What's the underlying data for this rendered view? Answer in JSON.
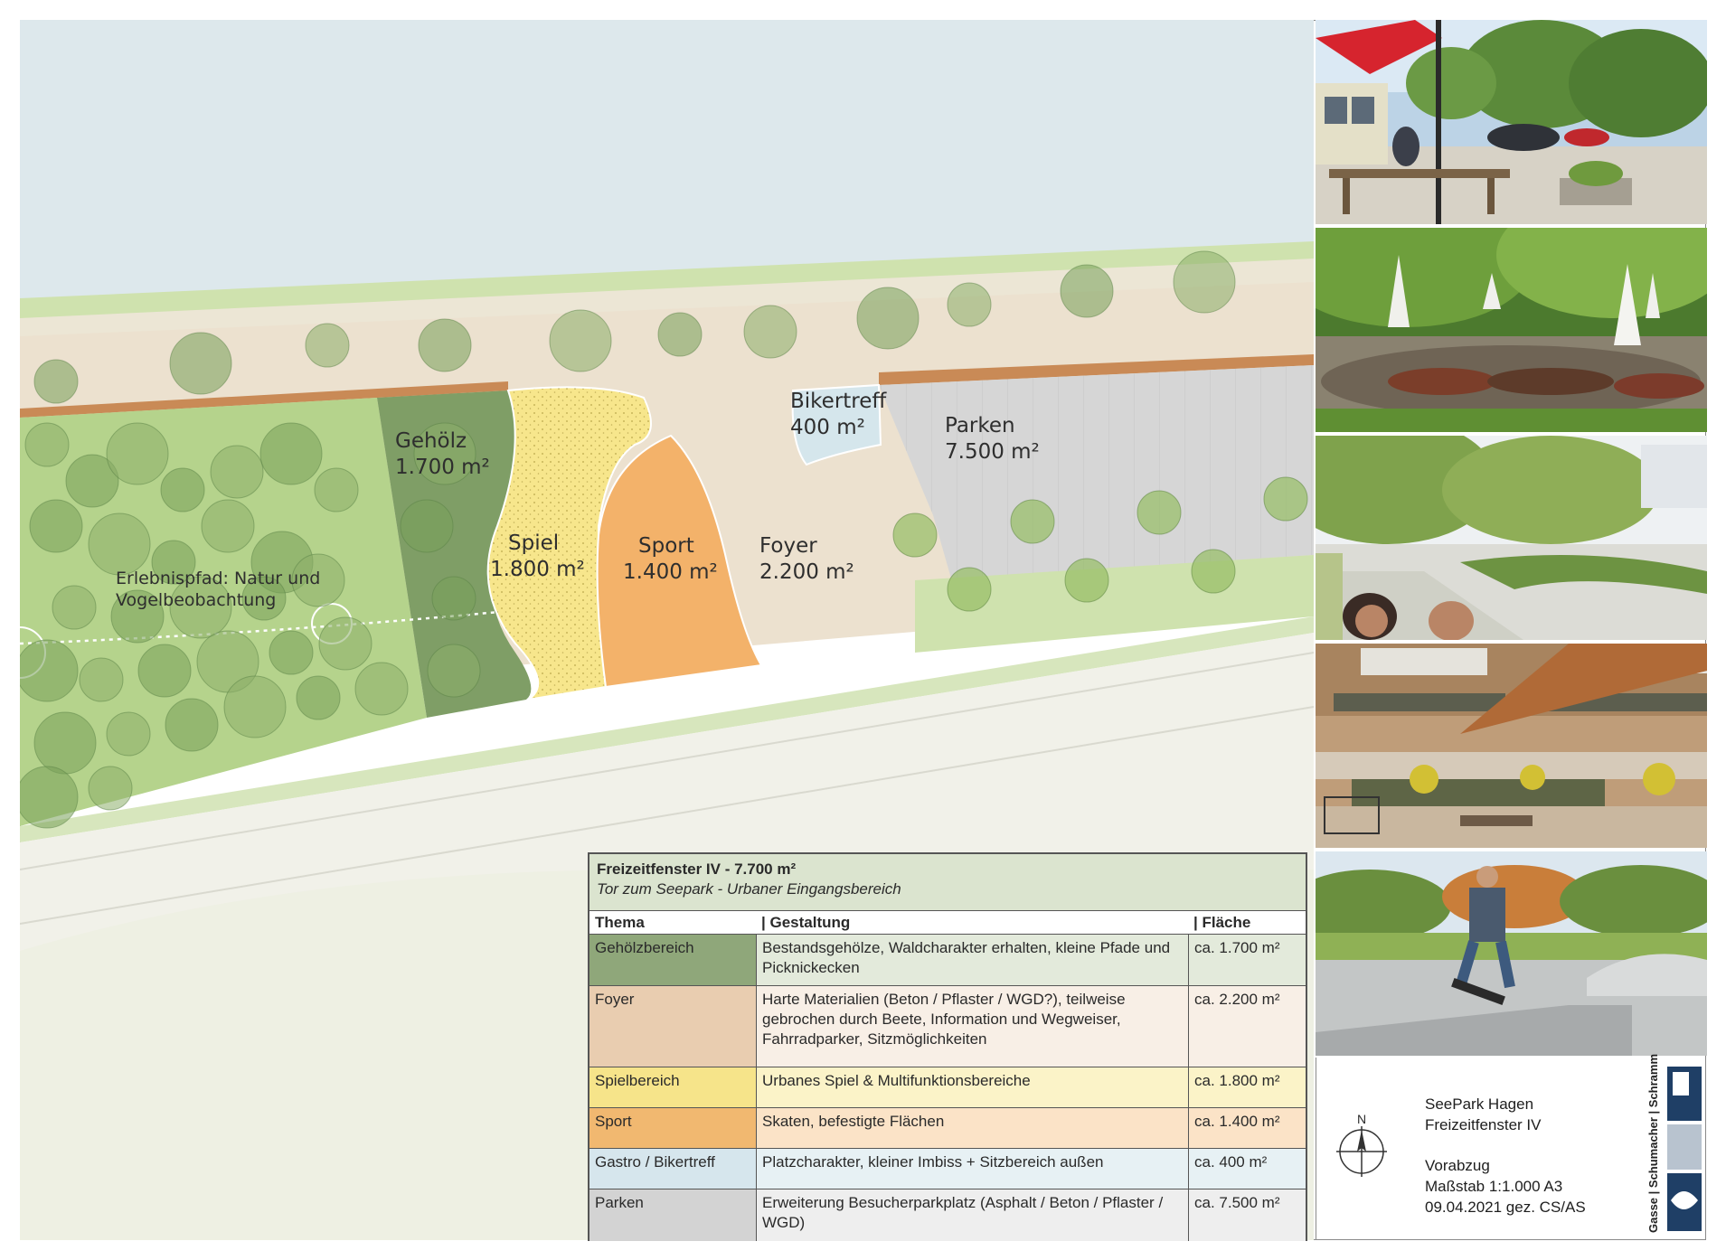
{
  "areas": {
    "gehoelz": {
      "name": "Gehölz",
      "size": "1.700 m²"
    },
    "spiel": {
      "name": "Spiel",
      "size": "1.800 m²"
    },
    "sport": {
      "name": "Sport",
      "size": "1.400 m²"
    },
    "foyer": {
      "name": "Foyer",
      "size": "2.200 m²"
    },
    "bikertreff": {
      "name": "Bikertreff",
      "size": "400 m²"
    },
    "parken": {
      "name": "Parken",
      "size": "7.500 m²"
    }
  },
  "path_label": {
    "line1": "Erlebnispfad: Natur und",
    "line2": "Vogelbeobachtung"
  },
  "colors": {
    "water": "#dde8ec",
    "meadow": "#cfe2ae",
    "woodland": "#b5d38c",
    "gehoelz": "#7f9e66",
    "spiel": "#f7e68c",
    "sport": "#f3b26a",
    "foyer": "#ece1cf",
    "bikertreff": "#d5e6ec",
    "parken": "#d6d6d6",
    "road": "#f1f1e9",
    "edge": "#c98a56"
  },
  "photos": [
    {
      "name": "beer-garden-bikers-photo"
    },
    {
      "name": "cafe-umbrellas-photo"
    },
    {
      "name": "park-plaza-children-photo"
    },
    {
      "name": "plaza-benches-planters-photo"
    },
    {
      "name": "skatepark-photo"
    }
  ],
  "legend": {
    "title": "Freizeitfenster IV - 7.700 m²",
    "subtitle": "Tor zum Seepark - Urbaner Eingangsbereich",
    "headers": {
      "thema": "Thema",
      "gestaltung": "| Gestaltung",
      "flaeche": "| Fläche"
    },
    "rows": [
      {
        "thema": "Gehölzbereich",
        "gestaltung": "Bestandsgehölze, Waldcharakter erhalten, kleine Pfade und Picknickecken",
        "flaeche": "ca. 1.700 m²",
        "color": "#8fa77a",
        "tint": "#e3eadb"
      },
      {
        "thema": "Foyer",
        "gestaltung": "Harte Materialien (Beton / Pflaster / WGD?), teilweise gebrochen durch Beete, Information und Wegweiser, Fahrradparker, Sitzmöglichkeiten",
        "flaeche": "ca. 2.200 m²",
        "color": "#e9cdb0",
        "tint": "#f8efe6"
      },
      {
        "thema": "Spielbereich",
        "gestaltung": "Urbanes Spiel & Multifunktionsbereiche",
        "flaeche": "ca. 1.800 m²",
        "color": "#f6e48a",
        "tint": "#fbf3c8"
      },
      {
        "thema": "Sport",
        "gestaltung": "Skaten, befestigte Flächen",
        "flaeche": "ca. 1.400 m²",
        "color": "#f1b870",
        "tint": "#fbe3c7"
      },
      {
        "thema": "Gastro / Bikertreff",
        "gestaltung": "Platzcharakter, kleiner Imbiss + Sitzbereich außen",
        "flaeche": "ca. 400 m²",
        "color": "#d6e6ed",
        "tint": "#e7f1f4"
      },
      {
        "thema": "Parken",
        "gestaltung": "Erweiterung Besucherparkplatz (Asphalt / Beton / Pflaster / WGD)",
        "flaeche": "ca. 7.500 m²",
        "color": "#d3d3d3",
        "tint": "#eeeeee"
      }
    ]
  },
  "titleblock": {
    "north": "N",
    "project": "SeePark Hagen",
    "subject": "Freizeitfenster IV",
    "stage": "Vorabzug",
    "scale": "Maßstab 1:1.000 A3",
    "date": "09.04.2021 gez. CS/AS",
    "firm": "Gasse | Schumacher | Schramm"
  }
}
